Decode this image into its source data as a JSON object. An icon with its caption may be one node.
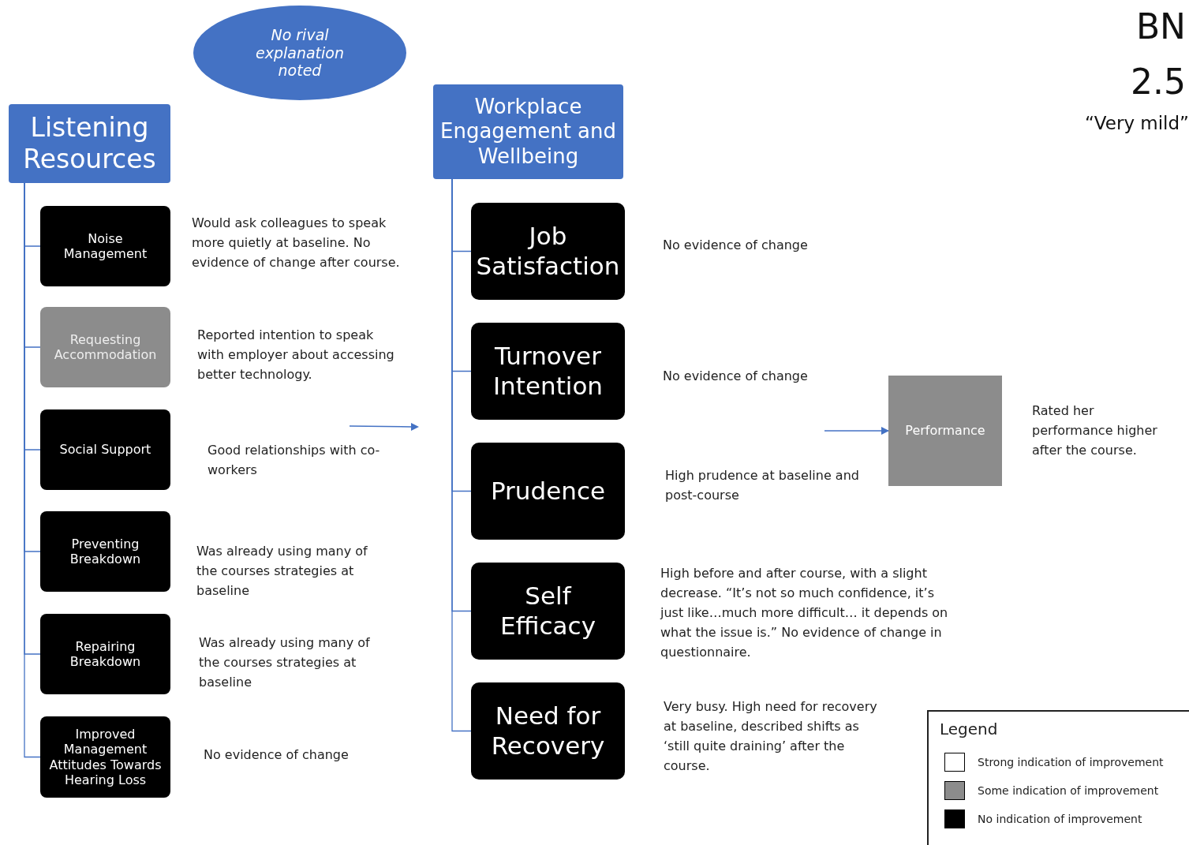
{
  "diagram": {
    "nodes": [
      {
        "text": [
          "No rival explanation noted"
        ]
      },
      {
        "text": [
          "Listening Resources"
        ]
      },
      {
        "text": [
          "Noise Management"
        ],
        "beside": [
          "Would ask colleagues to speak more quietly at baseline. No evidence of change after course."
        ]
      },
      {
        "text": [
          "Requesting Accommodation"
        ],
        "beside": [
          "Reported  intention to speak with employer about accessing better technology."
        ]
      },
      {
        "text": [
          "Social Support"
        ],
        "beside": [
          "Good relationships with co-workers"
        ]
      },
      {
        "text": [
          "Preventing Breakdown"
        ],
        "beside": [
          "Was already using many of the courses strategies at baseline"
        ]
      },
      {
        "text": [
          "Repairing Breakdown"
        ],
        "beside": [
          "Was already using many of the courses strategies at baseline"
        ]
      },
      {
        "text": [
          "Improved Management Attitudes Towards Hearing Loss"
        ],
        "beside": [
          "No evidence of change"
        ]
      },
      {
        "text": [
          "Workplace Engagement and Wellbeing"
        ]
      },
      {
        "text": [
          "Job Satisfaction"
        ],
        "beside": [
          "No evidence of change"
        ]
      },
      {
        "text": [
          "Turnover Intention"
        ],
        "beside": [
          "No evidence of change"
        ]
      },
      {
        "text": [
          "Prudence"
        ],
        "beside": [
          "High prudence at baseline and post-course"
        ]
      },
      {
        "text": [
          "Self Efficacy"
        ],
        "beside": [
          "High before and after course, with a slight decrease. “It’s not so much confidence, it’s just like…much more difficult… it depends on what the issue is.” No evidence of change in questionnaire."
        ]
      },
      {
        "text": [
          "Need for Recovery"
        ],
        "beside": [
          "Very busy. High need for recovery at baseline, described shifts as ‘still quite draining’ after the course."
        ]
      },
      {
        "text": [
          "Performance"
        ],
        "beside": [
          "Rated her performance higher after the course."
        ]
      }
    ],
    "edges": [
      {
        "from": 1,
        "to": 2,
        "arrow": "none"
      },
      {
        "from": 1,
        "to": 3,
        "arrow": "none"
      },
      {
        "from": 1,
        "to": 4,
        "arrow": "none"
      },
      {
        "from": 1,
        "to": 5,
        "arrow": "none"
      },
      {
        "from": 1,
        "to": 6,
        "arrow": "none"
      },
      {
        "from": 1,
        "to": 7,
        "arrow": "none"
      },
      {
        "from": 8,
        "to": 9,
        "arrow": "none"
      },
      {
        "from": 8,
        "to": 10,
        "arrow": "none"
      },
      {
        "from": 8,
        "to": 11,
        "arrow": "none"
      },
      {
        "from": 8,
        "to": 12,
        "arrow": "none"
      },
      {
        "from": 8,
        "to": 13,
        "arrow": "none"
      },
      {
        "from": null,
        "to": 14,
        "arrow": "to"
      }
    ],
    "labels": [
      "BN",
      "2.5",
      "“Very mild”",
      "Legend"
    ],
    "legend": [
      {
        "text": "Strong indication of improvement",
        "color": "#ffffff"
      },
      {
        "text": "Some indication of improvement",
        "color": "#8c8c8c"
      },
      {
        "text": "No indication of improvement",
        "color": "#000000"
      }
    ]
  }
}
